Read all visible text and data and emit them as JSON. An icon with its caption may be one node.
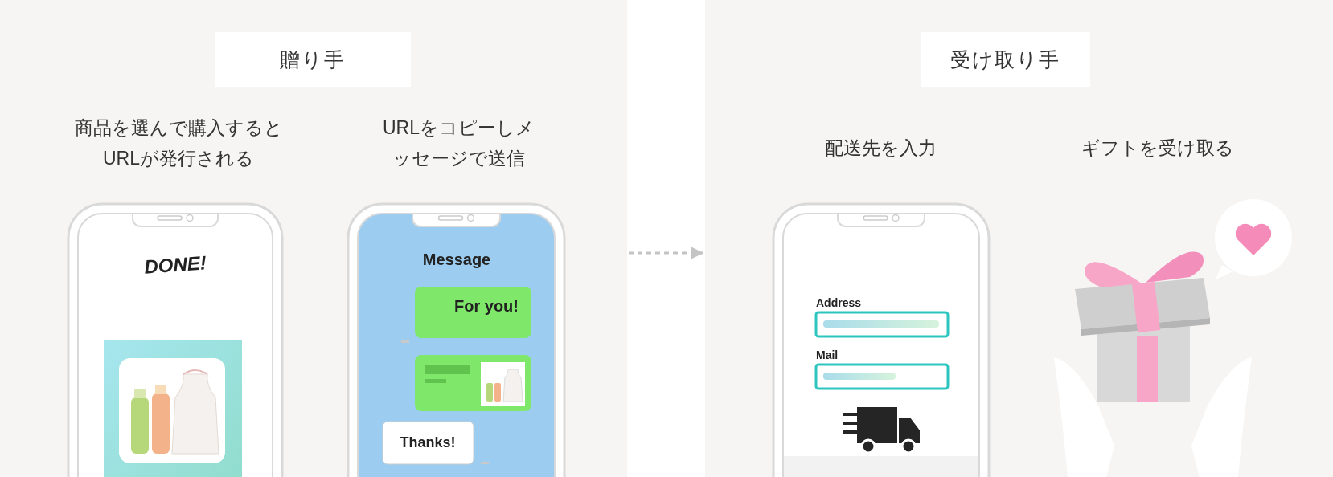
{
  "diagram": {
    "nodes": [
      {
        "text": [
          "贈り手"
        ]
      },
      {
        "text": [
          "商品を選んで購入するとURLが発行される"
        ],
        "in": 0
      },
      {
        "text": [
          "URLをコピーしメッセージで送信"
        ],
        "in": 0
      },
      {
        "text": [
          "受け取り手"
        ]
      },
      {
        "text": [
          "配送先を入力"
        ],
        "in": 3
      },
      {
        "text": [
          "ギフトを受け取る"
        ],
        "in": 3
      }
    ],
    "edges": [
      {
        "from": 0,
        "to": 3,
        "arrow": "to",
        "style": "dashed"
      }
    ],
    "labels": [
      "DONE!",
      "Message",
      "For you!",
      "Thanks!",
      "Address",
      "Mail"
    ]
  }
}
